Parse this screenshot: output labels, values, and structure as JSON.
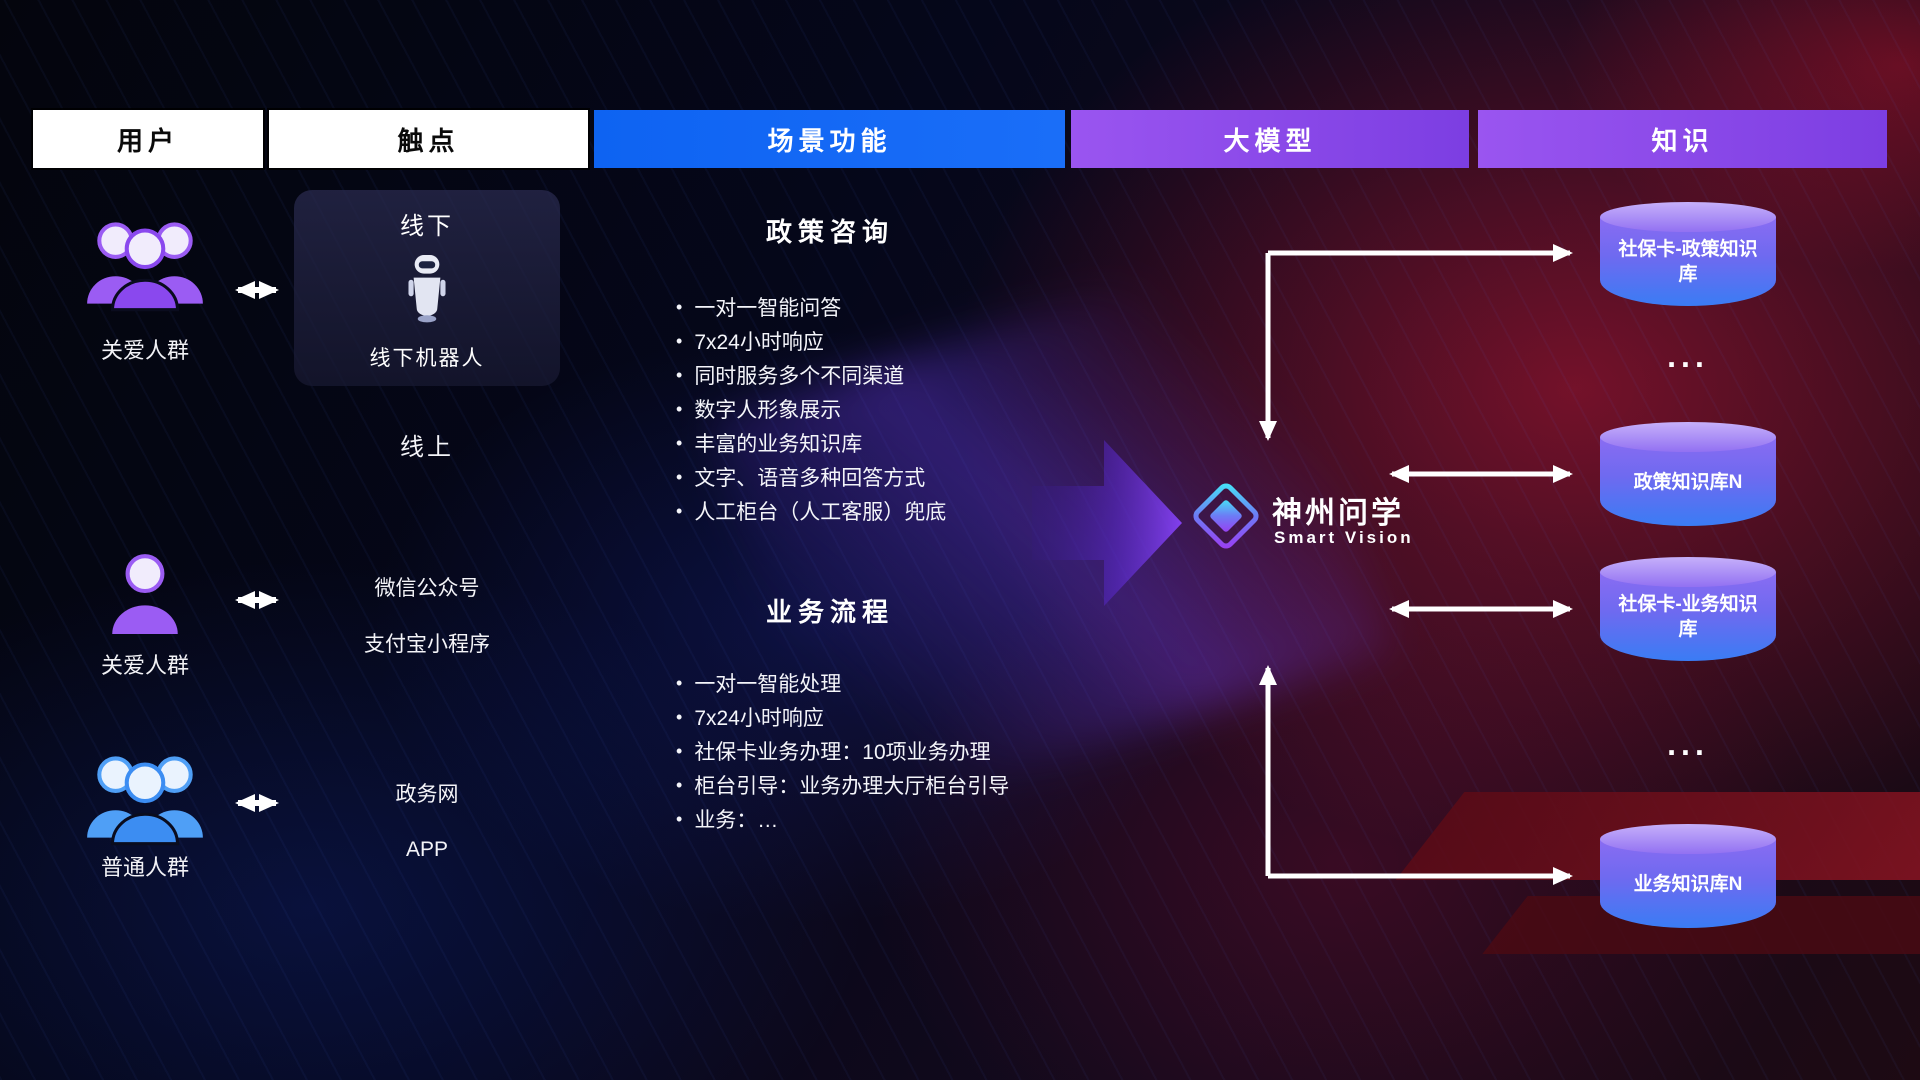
{
  "header": {
    "columns": [
      {
        "id": "users",
        "label": "用户",
        "style": "light"
      },
      {
        "id": "touchpoints",
        "label": "触点",
        "style": "light"
      },
      {
        "id": "scenarios",
        "label": "场景功能",
        "style": "blue"
      },
      {
        "id": "model",
        "label": "大模型",
        "style": "purple"
      },
      {
        "id": "knowledge",
        "label": "知识",
        "style": "purple"
      }
    ]
  },
  "users": [
    {
      "label": "关爱人群",
      "icon": "user-group-purple-icon"
    },
    {
      "label": "关爱人群",
      "icon": "user-single-purple-icon"
    },
    {
      "label": "普通人群",
      "icon": "user-group-blue-icon"
    }
  ],
  "touchpoints": {
    "offline": {
      "title": "线下",
      "robot_icon": "robot-icon",
      "robot_caption": "线下机器人"
    },
    "online_title": "线上",
    "online_channels": [
      "微信公众号",
      "支付宝小程序"
    ],
    "gov_channels": [
      "政务网",
      "APP"
    ]
  },
  "scenarios": [
    {
      "title": "政策咨询",
      "bullets": [
        "一对一智能问答",
        "7x24小时响应",
        "同时服务多个不同渠道",
        "数字人形象展示",
        "丰富的业务知识库",
        "文字、语音多种回答方式",
        "人工柜台（人工客服）兜底"
      ]
    },
    {
      "title": "业务流程",
      "bullets": [
        "一对一智能处理",
        "7x24小时响应",
        "社保卡业务办理：10项业务办理",
        "柜台引导：业务办理大厅柜台引导",
        "业务：…"
      ]
    }
  ],
  "model": {
    "name": "神州问学",
    "subtitle": "Smart Vision",
    "logo": "smart-vision-logo-icon"
  },
  "knowledge": {
    "databases": [
      {
        "label": "社保卡-政策知识库"
      },
      {
        "label": "政策知识库N"
      },
      {
        "label": "社保卡-业务知识库"
      },
      {
        "label": "业务知识库N"
      }
    ],
    "ellipsis": "..."
  },
  "colors": {
    "header_blue": "#1166f0",
    "header_purple": "#8c4bea",
    "icon_purple": "#9b5cf3",
    "icon_blue": "#4f9ff6",
    "arrow_white": "#ffffff",
    "cylinder_cap": "#c6b0fa",
    "cylinder_body_top": "#8a6cf2",
    "cylinder_body_bottom": "#3a7cf4",
    "background_red_glow": "#d21937",
    "background_blue_glow": "#2337d7"
  }
}
